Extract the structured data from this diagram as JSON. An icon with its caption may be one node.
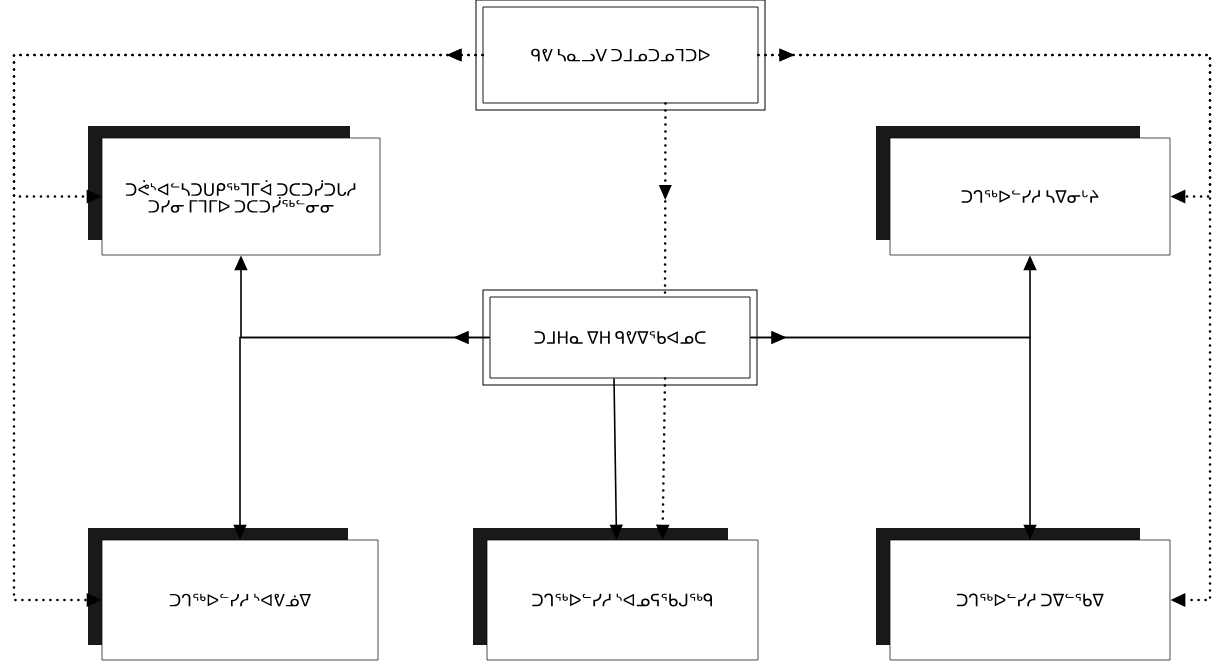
{
  "diagram": {
    "nodes": [
      {
        "text": [
          "ᑫᕓ ᓴᓇᓗᐯ ᑐᒧᓄᑐᓄᒣᑐᐅ"
        ]
      },
      {
        "text": [
          "ᑐᕚᔅᐊᓪᓴᑐᑌᑭᖅᒣᒥᐋ ᑐᑕᑐᓰᑐᒐᓱ ᑐᓯᓂ ᒥᒣᒥᐅ ᑐᑕᑐᓰᖅᓪᓂᓂ"
        ]
      },
      {
        "text": [
          "ᑐᒉᖅᐅᓪᓯᓱ ᓴᐁᓂᒡᔨ"
        ]
      },
      {
        "text": [
          "ᑐᒧᕼᓇ ᐁᕼ ᑫᕓᐁᖃᐊᓄᑕ"
        ]
      },
      {
        "text": [
          "ᑐᒉᖅᐅᓪᓯᓱ ᔅᐊᕓᓅᐁ"
        ]
      },
      {
        "text": [
          "ᑐᒉᖅᐅᓪᓯᓱ ᔅᐊᓄᕋᖃᒍᖅᑫ"
        ]
      },
      {
        "text": [
          "ᑐᒉᖅᐅᓪᓯᓱ ᑐᐁᓪᖃᐁ"
        ]
      }
    ],
    "edges": [
      {
        "from": 0,
        "to": 1,
        "arrow": "to",
        "style": "dashed"
      },
      {
        "from": 0,
        "to": 4,
        "arrow": "to",
        "style": "dashed"
      },
      {
        "from": 0,
        "to": 2,
        "arrow": "to",
        "style": "dashed"
      },
      {
        "from": 0,
        "to": 6,
        "arrow": "to",
        "style": "dashed"
      },
      {
        "from": 0,
        "to": 3,
        "arrow": "to",
        "style": "dashed"
      },
      {
        "from": 3,
        "to": 1,
        "arrow": "to"
      },
      {
        "from": 3,
        "to": 4,
        "arrow": "to"
      },
      {
        "from": 3,
        "to": 2,
        "arrow": "to"
      },
      {
        "from": 3,
        "to": 6,
        "arrow": "to"
      },
      {
        "from": 3,
        "to": 5,
        "arrow": "to"
      },
      {
        "from": 3,
        "to": 5,
        "arrow": "to",
        "style": "dashed"
      }
    ]
  }
}
